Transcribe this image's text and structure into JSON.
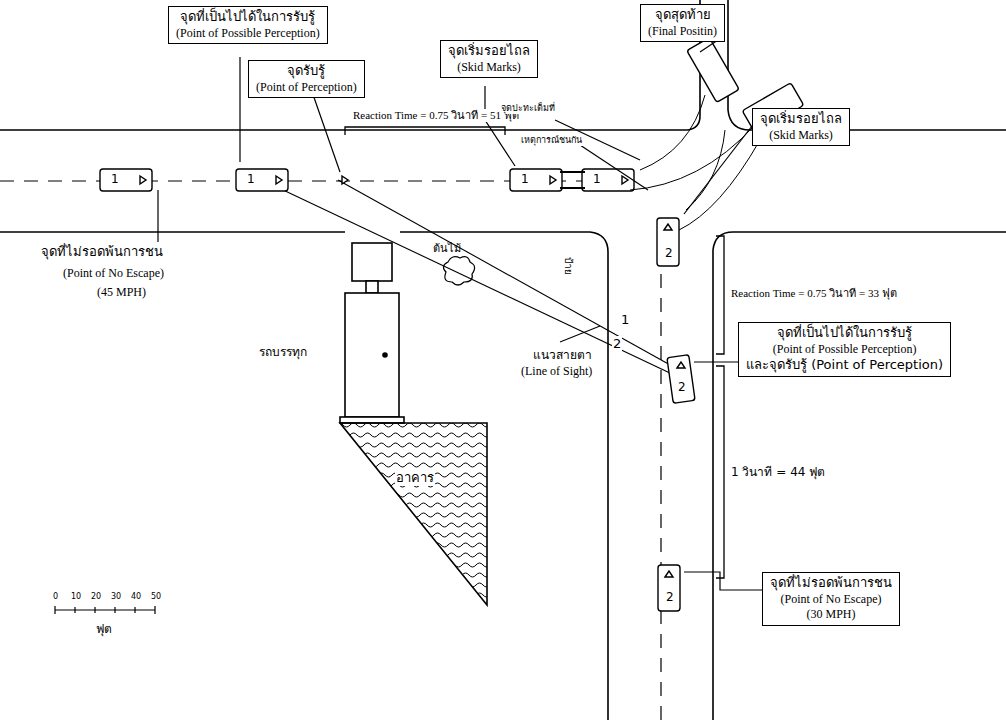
{
  "diagram": {
    "nodes": [
      {
        "text": [
          "จุดที่เป็นไปได้ในการรับรู้",
          "(Point of Possible Perception)"
        ]
      },
      {
        "text": [
          "จุดรับรู้",
          "(Point of Perception)"
        ]
      },
      {
        "text": [
          "จุดเริ่มรอยไถล",
          "(Skid Marks)"
        ]
      },
      {
        "text": [
          "จุดสุดท้าย",
          "(Final Positin)"
        ]
      },
      {
        "text": [
          "จุดเริ่มรอยไถล",
          "(Skid Marks)"
        ]
      },
      {
        "text": [
          "จุดที่เป็นไปได้ในการรับรู้",
          "(Point of Possible Perception)",
          "และจุดรับรู้ (Point of Perception)"
        ]
      },
      {
        "text": [
          "จุดที่ไม่รอดพ้นการชน",
          "(Point of No Escape)",
          "(30 MPH)"
        ]
      }
    ],
    "edges": [],
    "labels": [
      "จุดที่ไม่รอดพ้นการชน",
      "(Point of  No Escape)",
      "(45 MPH)",
      "Reaction Time = 0.75 วินาที = 51 ฟุต",
      "จุดปะทะเต็มที่",
      "เหตุการณ์ชนกัน",
      "Reaction Time = 0.75 วินาที = 33 ฟุต",
      "1 วินาที = 44 ฟุต",
      "รถบรรทุก",
      "อาคาร",
      "ต้นไม้",
      "ป้าย",
      "แนวสายตา",
      "(Line of Sight)",
      "1",
      "1",
      "1",
      "1",
      "1",
      "2",
      "2",
      "2",
      "2",
      "0",
      "10",
      "20",
      "30",
      "40",
      "50",
      "ฟุต"
    ]
  }
}
